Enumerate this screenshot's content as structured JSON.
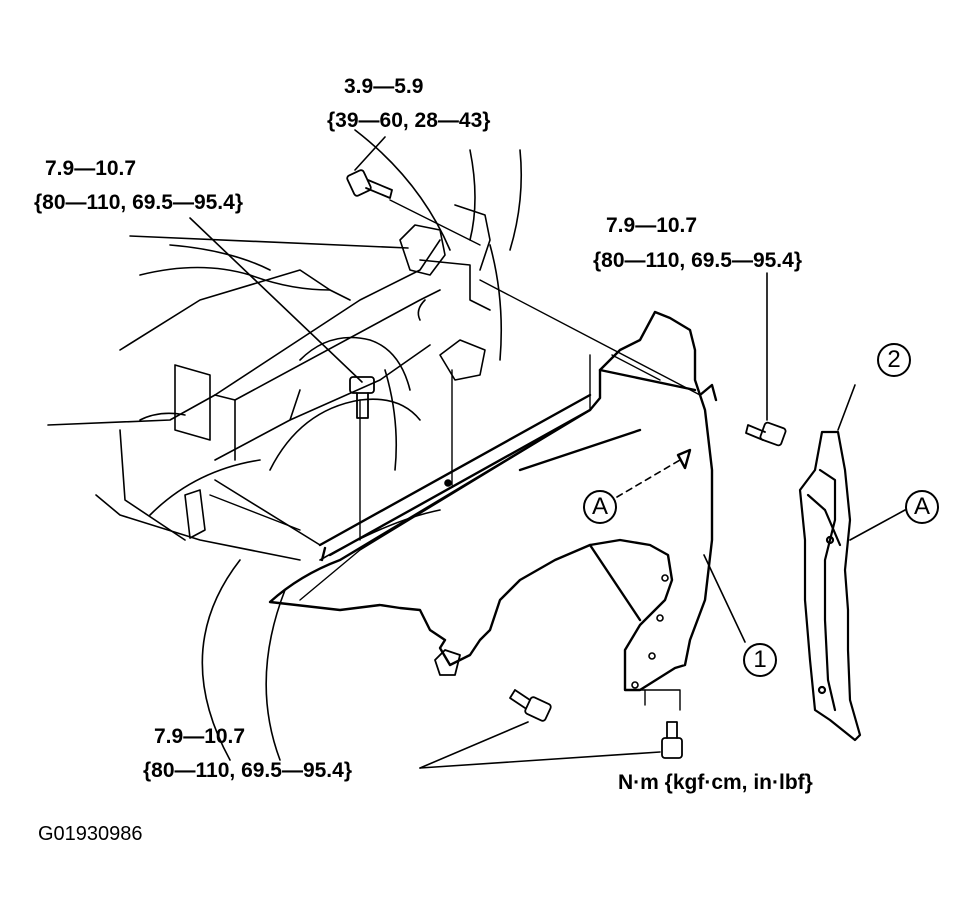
{
  "torques": [
    {
      "value": "3.9—5.9",
      "spec": "{39—60, 28—43}"
    },
    {
      "value": "7.9—10.7",
      "spec": "{80—110, 69.5—95.4}"
    },
    {
      "value": "7.9—10.7",
      "spec": "{80—110, 69.5—95.4}"
    },
    {
      "value": "7.9—10.7",
      "spec": "{80—110, 69.5—95.4}"
    }
  ],
  "units": "N·m {kgf·cm, in·lbf}",
  "callouts": {
    "part1": "1",
    "part2": "2",
    "ref_a_left": "A",
    "ref_a_right": "A"
  },
  "figure_code": "G01930986"
}
